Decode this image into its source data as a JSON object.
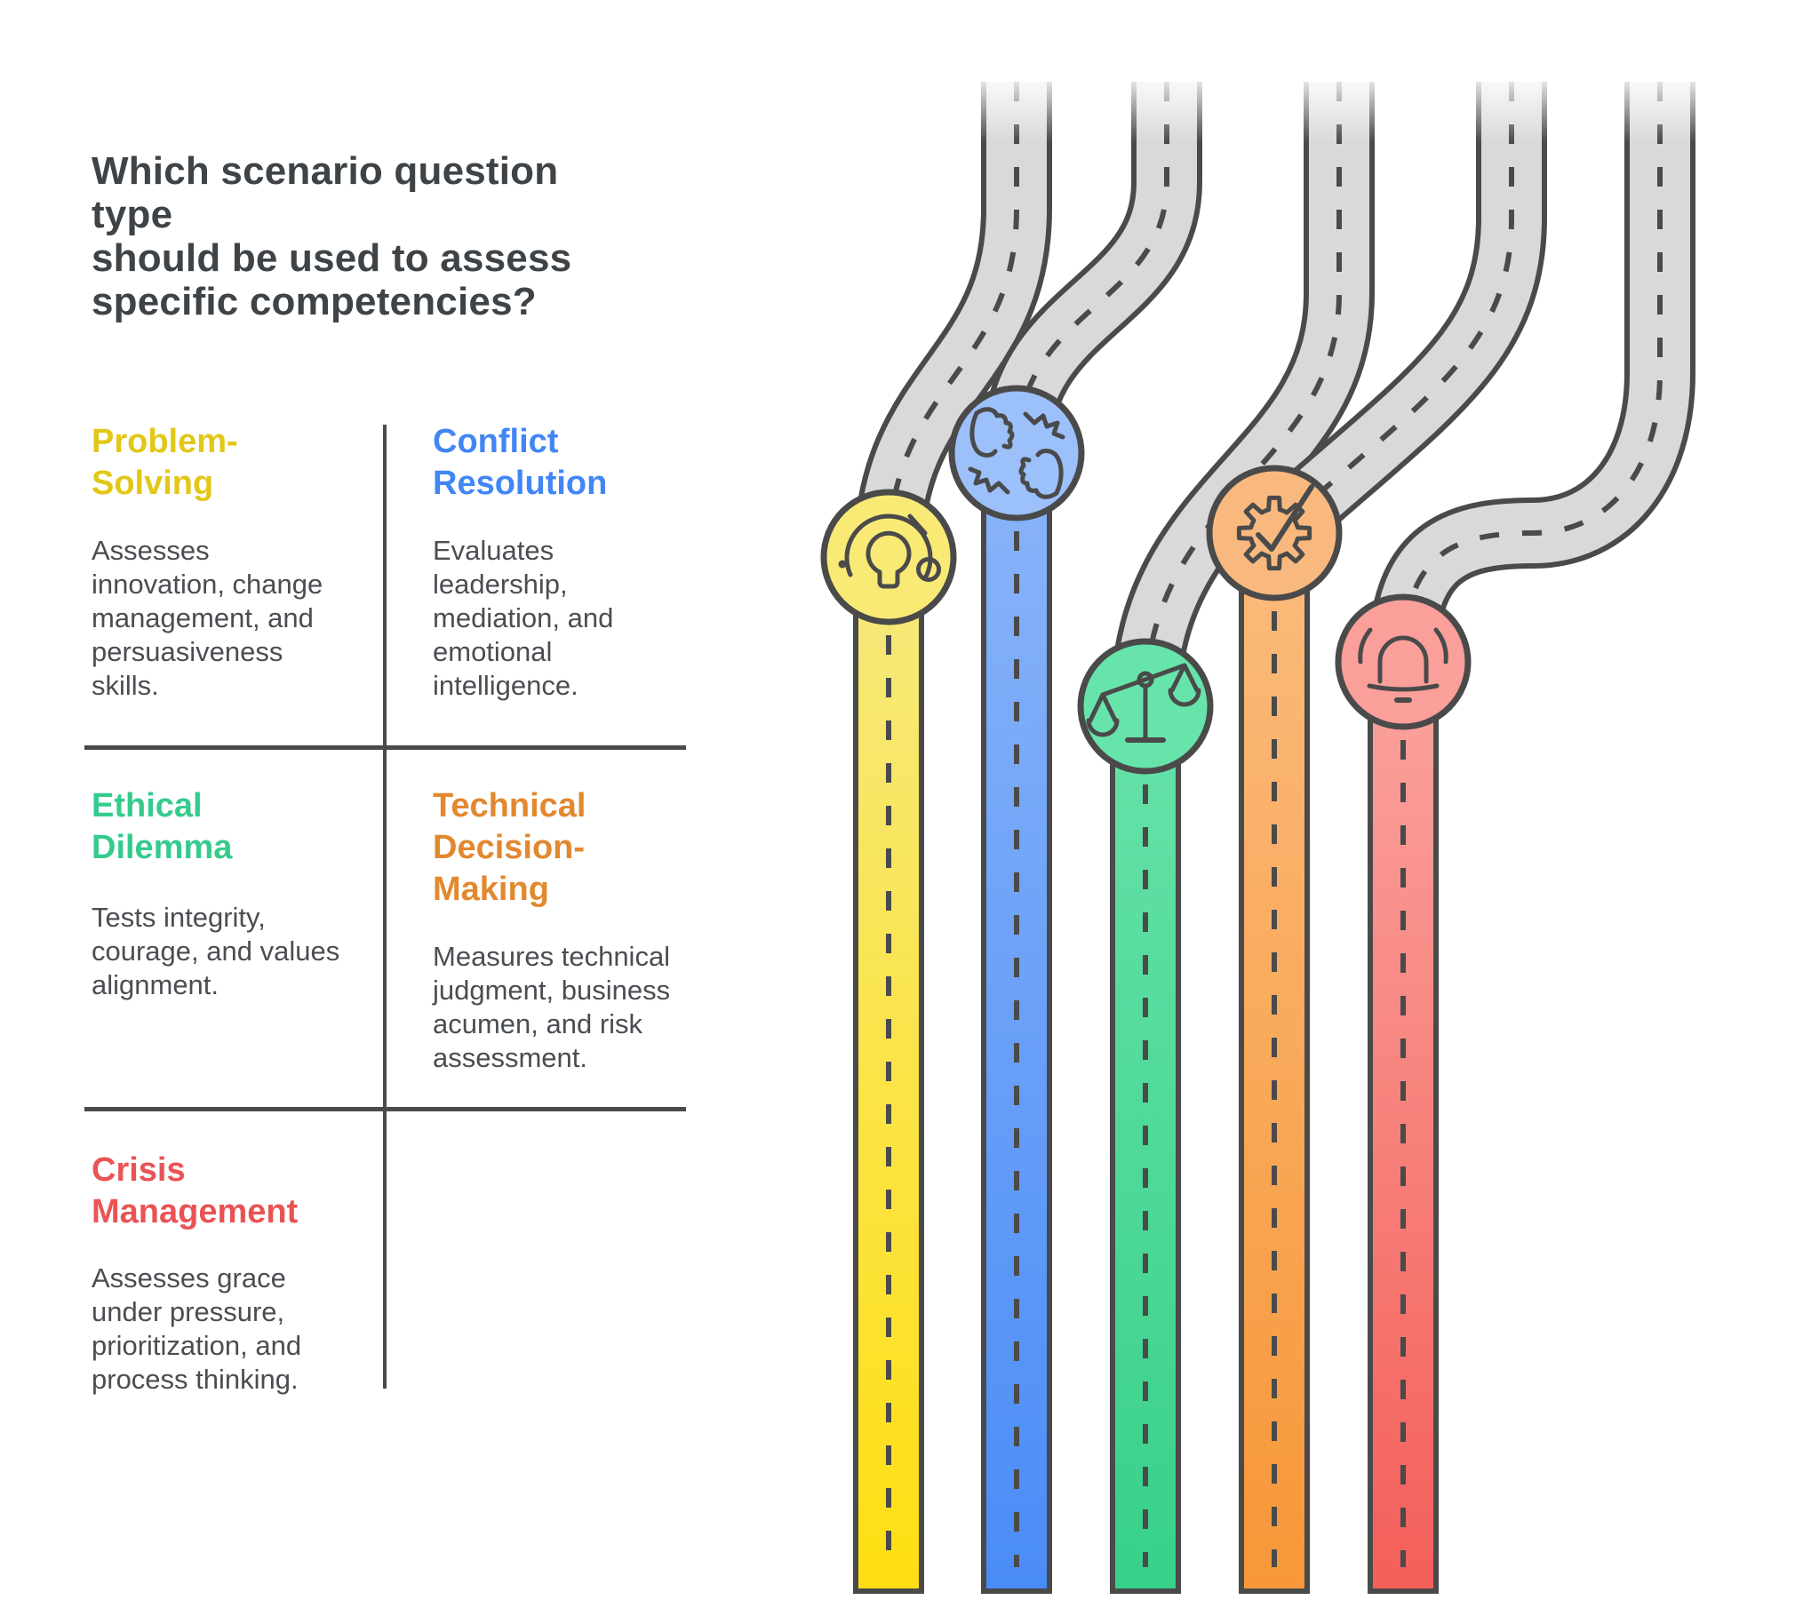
{
  "title": {
    "lines": [
      "Which scenario question type",
      "should be used to assess",
      "specific competencies?"
    ]
  },
  "colors": {
    "title": "#3E4347",
    "body": "#4A4E52",
    "divider": "#4A4A4A"
  },
  "sections": [
    {
      "id": "problem-solving",
      "name": "Problem-Solving",
      "description": "Assesses innovation, change management, and persuasiveness skills.",
      "color": "#E3C718",
      "icon": "lightbulb-innovation"
    },
    {
      "id": "conflict-resolution",
      "name": "Conflict Resolution",
      "description": "Evaluates leadership, mediation, and emotional intelligence.",
      "color": "#4286F5",
      "icon": "fist-bump"
    },
    {
      "id": "ethical-dilemma",
      "name": "Ethical Dilemma",
      "description": "Tests integrity, courage, and values alignment.",
      "color": "#35CB8D",
      "icon": "balance-scale"
    },
    {
      "id": "technical-decision-making",
      "name": "Technical Decision-Making",
      "description": "Measures technical judgment, business acumen, and risk assessment.",
      "color": "#E2882F",
      "icon": "gear-check"
    },
    {
      "id": "crisis-management",
      "name": "Crisis Management",
      "description": "Assesses grace under pressure, prioritization, and process thinking.",
      "color": "#EA5354",
      "icon": "alarm-bell"
    }
  ],
  "roads": {
    "gray": "#D9D9D9",
    "outline": "#4A4A4A",
    "lanes": [
      {
        "name": "problem-solving",
        "circle_fill": "#F9EA75",
        "top": "#F6E97E",
        "bottom": "#FFDF12"
      },
      {
        "name": "conflict-resolution",
        "circle_fill": "#9CC0FA",
        "top": "#8AB4F9",
        "bottom": "#4A8CF7"
      },
      {
        "name": "ethical-dilemma",
        "circle_fill": "#67E4AA",
        "top": "#66E2A8",
        "bottom": "#38D189"
      },
      {
        "name": "technical-decision-making",
        "circle_fill": "#F9B97E",
        "top": "#FBBB7C",
        "bottom": "#F79738"
      },
      {
        "name": "crisis-management",
        "circle_fill": "#FA9F99",
        "top": "#FBA39E",
        "bottom": "#F45F59"
      }
    ]
  }
}
